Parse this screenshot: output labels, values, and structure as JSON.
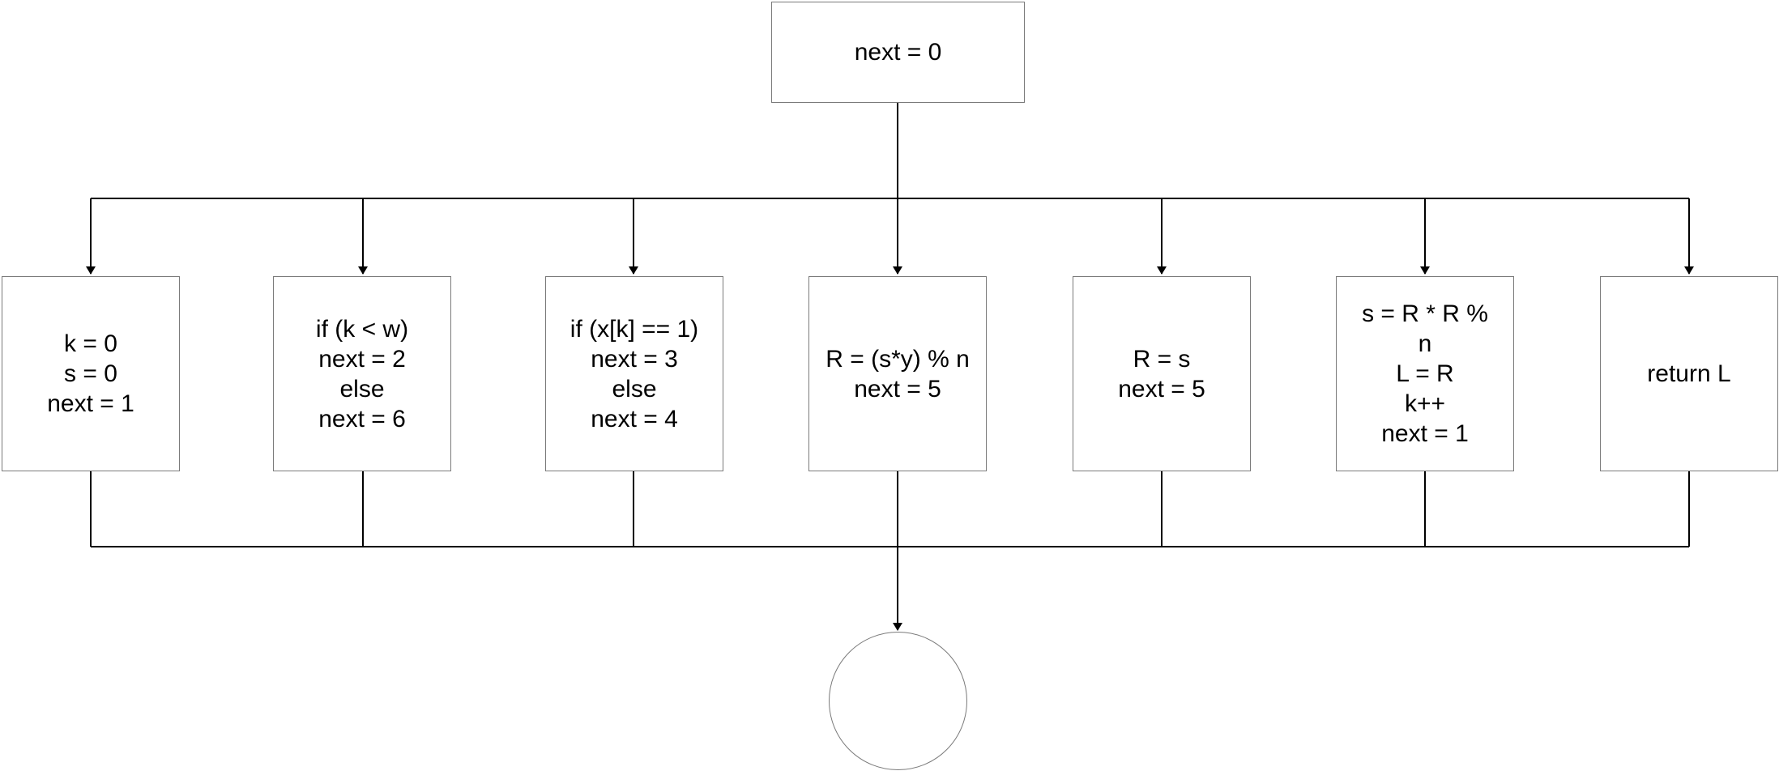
{
  "diagram": {
    "top": {
      "text": "next = 0"
    },
    "boxes": [
      {
        "text": "k = 0\ns = 0\nnext = 1"
      },
      {
        "text": "if (k < w)\nnext = 2\nelse\nnext = 6"
      },
      {
        "text": "if (x[k] == 1)\nnext = 3\nelse\nnext = 4"
      },
      {
        "text": "R = (s*y) % n\nnext = 5"
      },
      {
        "text": "R = s\nnext = 5"
      },
      {
        "text": "s = R *  R %\nn\nL = R\nk++\nnext = 1"
      },
      {
        "text": "return L"
      }
    ],
    "end": {
      "text": ""
    }
  },
  "colors": {
    "line": "#000000",
    "border": "#7a7a7a",
    "background": "#ffffff"
  }
}
